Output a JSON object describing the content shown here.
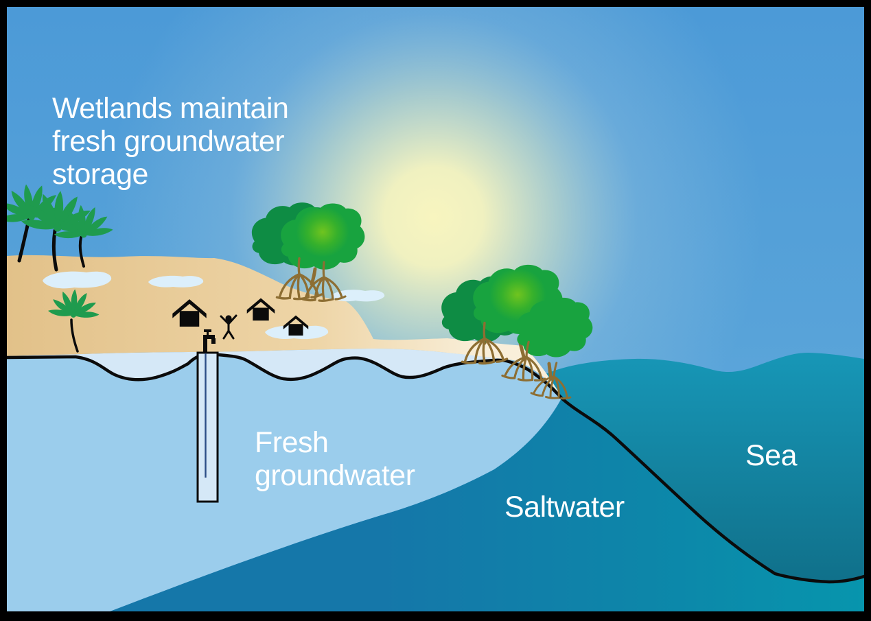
{
  "figure": {
    "type": "illustration-diagram",
    "title_lines": [
      "Wetlands maintain",
      "fresh groundwater",
      "storage"
    ],
    "labels": {
      "fresh_line1": "Fresh",
      "fresh_line2": "groundwater",
      "saltwater": "Saltwater",
      "sea": "Sea"
    },
    "scene": {
      "elements": [
        "sun-glow",
        "sky",
        "palm-trees",
        "wetland-pools",
        "houses",
        "person",
        "water-tap",
        "well",
        "mangrove-trees-with-prop-roots",
        "sand-island",
        "water-table-line",
        "fresh-groundwater-lens",
        "saltwater-wedge",
        "sea",
        "seafloor-line"
      ]
    },
    "colors": {
      "sky_top": "#4c9ad7",
      "sky_mid": "#58a3d9",
      "sky_low": "#6db0de",
      "sun_core": "#f8f5bf",
      "sun_halo": "#e9eec6",
      "sea_top": "#1796b6",
      "sea_deep": "#10708a",
      "seabed_right": "#0795ad",
      "saltwater": "#1577a9",
      "fresh": "#9bcdec",
      "band": "#d5e8f7",
      "pool": "#dceffb",
      "sand_left": "#e2c189",
      "sand_mid": "#eed5a7",
      "sand_shore": "#f9efda",
      "palm": "#1f9b4e",
      "mangrove_dark": "#0e8c44",
      "mangrove_mid": "#18a33f",
      "mangrove_light": "#70c41f",
      "root": "#8d6e33",
      "ink": "#0b0b0b",
      "pipe": "#2b4d86",
      "label_text": "#ffffff",
      "frame": "#000000"
    }
  }
}
